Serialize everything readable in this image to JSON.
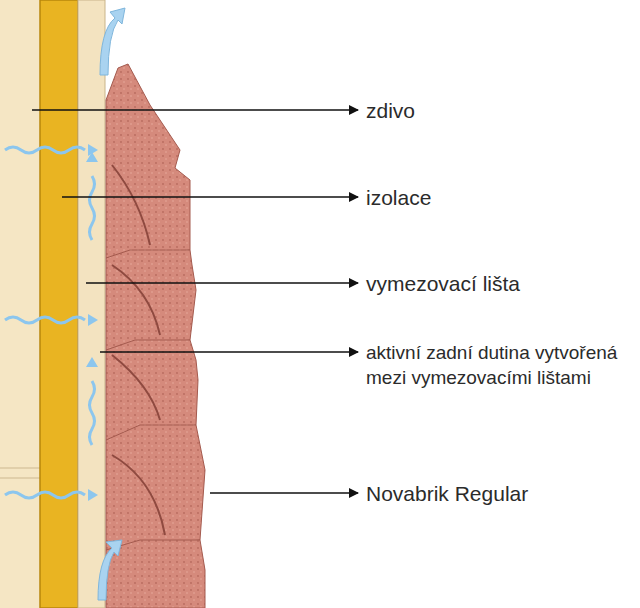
{
  "diagram": {
    "labels": [
      "zdivo",
      "izolace",
      "vymezovací lišta",
      "aktivní zadní dutina vytvořená mezi vymezovacími lištami",
      "Novabrik Regular"
    ]
  }
}
